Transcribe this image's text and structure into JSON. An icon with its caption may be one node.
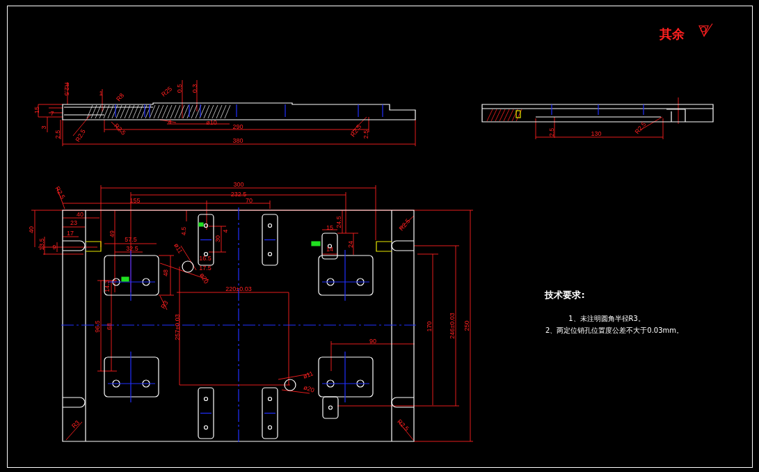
{
  "diagram": {
    "labels": [
      "其余",
      "R2.5",
      "1",
      "R8",
      "R25",
      "0.5",
      "0.3",
      "15",
      "7",
      "3",
      "2.5",
      "R2.5",
      "R2.5",
      "4",
      "ø10",
      "290",
      "R2.5",
      "2.5",
      "380",
      "2.5",
      "130",
      "R2.5",
      "R2.5",
      "300",
      "232.5",
      "155",
      "70",
      "40",
      "40",
      "23",
      "17",
      "13.5",
      "9",
      "49",
      "57.5",
      "32.5",
      "4.5",
      "4",
      "30",
      "ø11",
      "16.5",
      "17.5",
      "ø20",
      "48",
      "15",
      "24.5",
      "24",
      "14",
      "R2.5",
      "14.3",
      "R3",
      "220±0.03",
      "257±0.03",
      "96.5",
      "68",
      "170",
      "90",
      "ø11",
      "ø20",
      "R3",
      "R2.5",
      "246±0.03",
      "250",
      "技术要求:",
      "1、未注明圆角半径R3。",
      "2、两定位销孔位置度公差不大于0.03mm。"
    ]
  }
}
